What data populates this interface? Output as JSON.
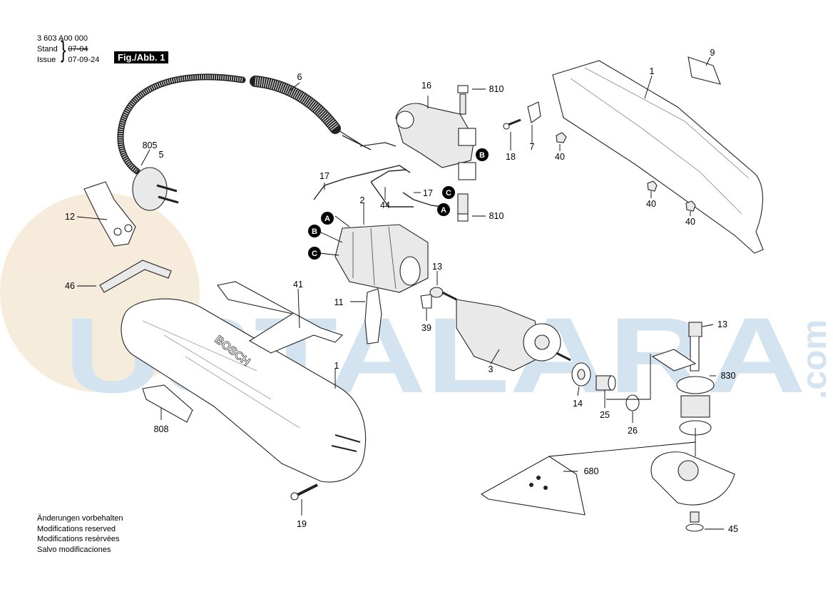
{
  "header": {
    "doc_number": "3 603 A00 000",
    "stand_label": "Stand",
    "stand_value": "07-04",
    "issue_label": "Issue",
    "issue_value": "07-09-24",
    "figure_label": "Fig./Abb. 1"
  },
  "footer": {
    "notes": [
      "Änderungen vorbehalten",
      "Modifications reserved",
      "Modifications resèrvèes",
      "Salvo modificaciones"
    ]
  },
  "watermark": {
    "text": "USTALARA",
    "suffix": ".com",
    "color": "#cfe0ee",
    "circle_color": "#f6ead8"
  },
  "brand": "BOSCH",
  "markers": {
    "a": "A",
    "b": "B",
    "c": "C"
  },
  "part_numbers": {
    "p1a": "1",
    "p1b": "1",
    "p2": "2",
    "p3": "3",
    "p5": "5",
    "p6": "6",
    "p7": "7",
    "p9": "9",
    "p11": "11",
    "p12": "12",
    "p13a": "13",
    "p13b": "13",
    "p14": "14",
    "p16": "16",
    "p17a": "17",
    "p17b": "17",
    "p18": "18",
    "p19": "19",
    "p25": "25",
    "p26": "26",
    "p39": "39",
    "p40a": "40",
    "p40b": "40",
    "p40c": "40",
    "p41": "41",
    "p44": "44",
    "p45": "45",
    "p46": "46",
    "p680": "680",
    "p805": "805",
    "p808": "808",
    "p810a": "810",
    "p810b": "810",
    "p830": "830"
  }
}
